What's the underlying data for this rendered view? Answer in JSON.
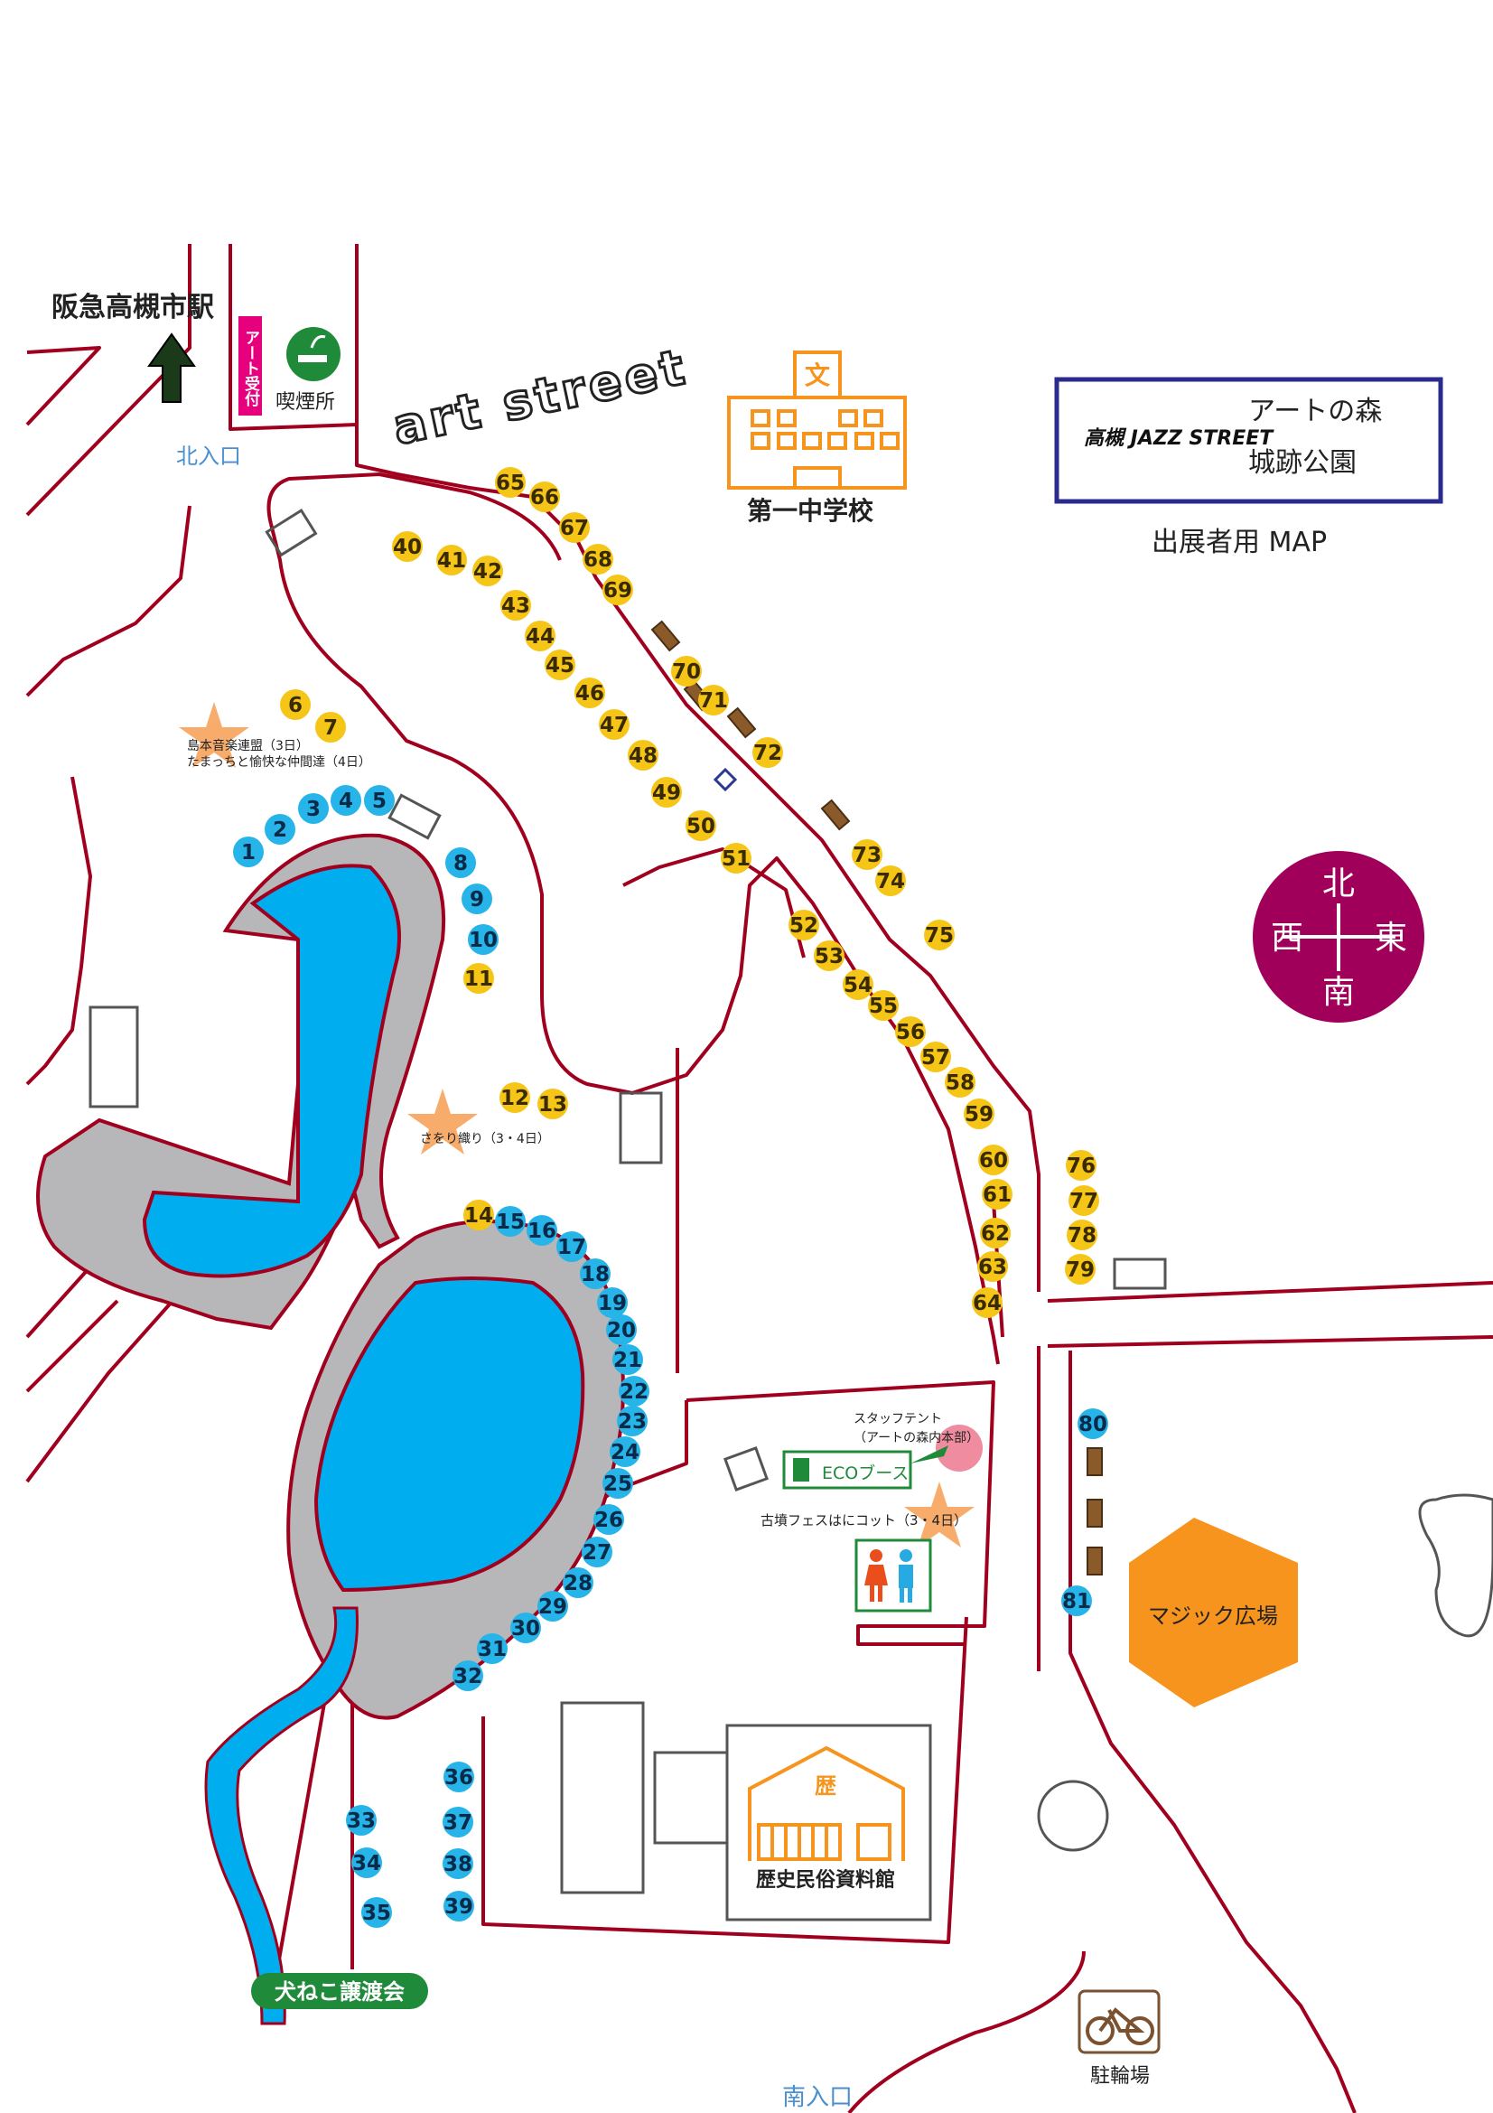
{
  "title": {
    "station": "阪急高槻市駅",
    "art_reception": "アート受付",
    "smoking_area": "喫煙所",
    "north_entrance": "北入口",
    "south_entrance": "南入口",
    "art_street": "art street",
    "school": "第一中学校",
    "school_mark": "文",
    "map_label": "出展者用 MAP",
    "logo_text": "高槻 JAZZ STREET",
    "venue_line1": "アートの森",
    "venue_line2": "城跡公園",
    "museum": "歴史民俗資料館",
    "museum_mark": "歴",
    "magic_plaza": "マジック広場",
    "dog_cat_show": "犬ねこ譲渡会",
    "eco_booth": "ECOブース",
    "staff_tent_line1": "スタッフテント",
    "staff_tent_line2": "（アートの森内本部）",
    "kofun_fes": "古墳フェスはにコット（3・4日）",
    "saori": "さをり織り（3・4日）",
    "shimamoto_line1": "島本音楽連盟（3日）",
    "shimamoto_line2": "たまっちと愉快な仲間達（4日）",
    "bicycle_parking": "駐輪場"
  },
  "compass": {
    "north": "北",
    "west": "西",
    "east": "東",
    "south": "南",
    "color": "#a0005a"
  },
  "colors": {
    "road": "#a0001e",
    "pond": "#00aeef",
    "pond_edge": "#b7b7b9",
    "yellow_booth": "#f5c518",
    "blue_booth": "#27b4e8",
    "orange": "#f7941d",
    "green": "#1f8a3a",
    "pink": "#e6007e",
    "bench": "#8b5a2b"
  },
  "booths": [
    {
      "n": "1",
      "c": "blue"
    },
    {
      "n": "2",
      "c": "blue"
    },
    {
      "n": "3",
      "c": "blue"
    },
    {
      "n": "4",
      "c": "blue"
    },
    {
      "n": "5",
      "c": "blue"
    },
    {
      "n": "6",
      "c": "yellow"
    },
    {
      "n": "7",
      "c": "yellow"
    },
    {
      "n": "8",
      "c": "blue"
    },
    {
      "n": "9",
      "c": "blue"
    },
    {
      "n": "10",
      "c": "blue"
    },
    {
      "n": "11",
      "c": "yellow"
    },
    {
      "n": "12",
      "c": "yellow"
    },
    {
      "n": "13",
      "c": "yellow"
    },
    {
      "n": "14",
      "c": "yellow"
    },
    {
      "n": "15",
      "c": "blue"
    },
    {
      "n": "16",
      "c": "blue"
    },
    {
      "n": "17",
      "c": "blue"
    },
    {
      "n": "18",
      "c": "blue"
    },
    {
      "n": "19",
      "c": "blue"
    },
    {
      "n": "20",
      "c": "blue"
    },
    {
      "n": "21",
      "c": "blue"
    },
    {
      "n": "22",
      "c": "blue"
    },
    {
      "n": "23",
      "c": "blue"
    },
    {
      "n": "24",
      "c": "blue"
    },
    {
      "n": "25",
      "c": "blue"
    },
    {
      "n": "26",
      "c": "blue"
    },
    {
      "n": "27",
      "c": "blue"
    },
    {
      "n": "28",
      "c": "blue"
    },
    {
      "n": "29",
      "c": "blue"
    },
    {
      "n": "30",
      "c": "blue"
    },
    {
      "n": "31",
      "c": "blue"
    },
    {
      "n": "32",
      "c": "blue"
    },
    {
      "n": "33",
      "c": "blue"
    },
    {
      "n": "34",
      "c": "blue"
    },
    {
      "n": "35",
      "c": "blue"
    },
    {
      "n": "36",
      "c": "blue"
    },
    {
      "n": "37",
      "c": "blue"
    },
    {
      "n": "38",
      "c": "blue"
    },
    {
      "n": "39",
      "c": "blue"
    },
    {
      "n": "40",
      "c": "yellow"
    },
    {
      "n": "41",
      "c": "yellow"
    },
    {
      "n": "42",
      "c": "yellow"
    },
    {
      "n": "43",
      "c": "yellow"
    },
    {
      "n": "44",
      "c": "yellow"
    },
    {
      "n": "45",
      "c": "yellow"
    },
    {
      "n": "46",
      "c": "yellow"
    },
    {
      "n": "47",
      "c": "yellow"
    },
    {
      "n": "48",
      "c": "yellow"
    },
    {
      "n": "49",
      "c": "yellow"
    },
    {
      "n": "50",
      "c": "yellow"
    },
    {
      "n": "51",
      "c": "yellow"
    },
    {
      "n": "52",
      "c": "yellow"
    },
    {
      "n": "53",
      "c": "yellow"
    },
    {
      "n": "54",
      "c": "yellow"
    },
    {
      "n": "55",
      "c": "yellow"
    },
    {
      "n": "56",
      "c": "yellow"
    },
    {
      "n": "57",
      "c": "yellow"
    },
    {
      "n": "58",
      "c": "yellow"
    },
    {
      "n": "59",
      "c": "yellow"
    },
    {
      "n": "60",
      "c": "yellow"
    },
    {
      "n": "61",
      "c": "yellow"
    },
    {
      "n": "62",
      "c": "yellow"
    },
    {
      "n": "63",
      "c": "yellow"
    },
    {
      "n": "64",
      "c": "yellow"
    },
    {
      "n": "65",
      "c": "yellow"
    },
    {
      "n": "66",
      "c": "yellow"
    },
    {
      "n": "67",
      "c": "yellow"
    },
    {
      "n": "68",
      "c": "yellow"
    },
    {
      "n": "69",
      "c": "yellow"
    },
    {
      "n": "70",
      "c": "yellow"
    },
    {
      "n": "71",
      "c": "yellow"
    },
    {
      "n": "72",
      "c": "yellow"
    },
    {
      "n": "73",
      "c": "yellow"
    },
    {
      "n": "74",
      "c": "yellow"
    },
    {
      "n": "75",
      "c": "yellow"
    },
    {
      "n": "76",
      "c": "yellow"
    },
    {
      "n": "77",
      "c": "yellow"
    },
    {
      "n": "78",
      "c": "yellow"
    },
    {
      "n": "79",
      "c": "yellow"
    },
    {
      "n": "80",
      "c": "blue"
    },
    {
      "n": "81",
      "c": "blue"
    }
  ]
}
